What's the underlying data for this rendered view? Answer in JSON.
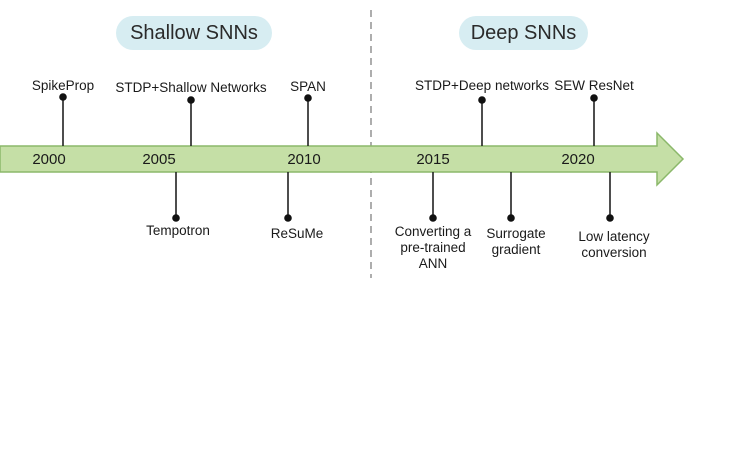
{
  "eras": {
    "shallow": "Shallow SNNs",
    "deep": "Deep SNNs"
  },
  "years": [
    "2000",
    "2005",
    "2010",
    "2015",
    "2020"
  ],
  "above_events": {
    "spikeprop": "SpikeProp",
    "stdp_shallow": "STDP+Shallow Networks",
    "span": "SPAN",
    "stdp_deep": "STDP+Deep networks",
    "sew_resnet": "SEW ResNet"
  },
  "below_events": {
    "tempotron": "Tempotron",
    "resume": "ReSuMe",
    "converting": [
      "Converting a",
      "pre-trained",
      "ANN"
    ],
    "surrogate": [
      "Surrogate",
      "gradient"
    ],
    "low_latency": [
      "Low latency",
      "conversion"
    ]
  },
  "colors": {
    "arrow_fill": "#c5dfa6",
    "arrow_stroke": "#8bb86a",
    "pill_bg": "#d7edf2",
    "divider": "#999999"
  }
}
